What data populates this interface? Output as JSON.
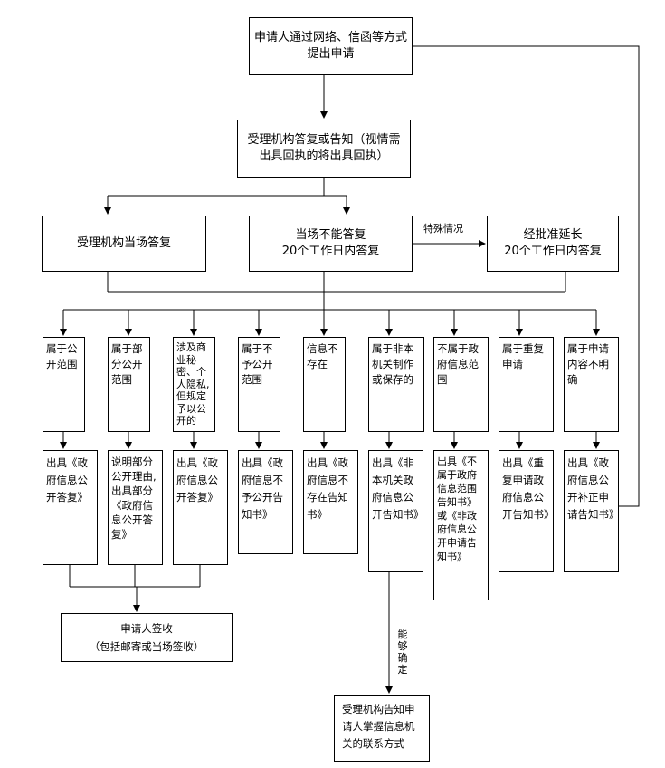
{
  "start": "申请人通过网络、信函等方式提出申请",
  "reply": "受理机构答复或告知（视情需出具回执的将出具回执）",
  "branches": {
    "left": "受理机构当场答复",
    "middle": "当场不能答复\n20个工作日内答复",
    "right": "经批准延长\n20个工作日内答复",
    "special_label": "特殊情况"
  },
  "cases": [
    {
      "condition": "属于公开范围",
      "result": "出具《政府信息公开答复》"
    },
    {
      "condition": "属于部分公开范围",
      "result": "说明部分公开理由,出具部分《政府信息公开答复》"
    },
    {
      "condition": "涉及商业秘密、个人隐私,但规定予以公开的",
      "result": "出具《政府信息公开答复》"
    },
    {
      "condition": "属于不予公开范围",
      "result": "出具《政府信息不予公开告知书》"
    },
    {
      "condition": "信息不存在",
      "result": "出具《政府信息不存在告知书》"
    },
    {
      "condition": "属于非本机关制作或保存的",
      "result": "出具《非本机关政府信息公开告知书》"
    },
    {
      "condition": "不属于政府信息范围",
      "result": "出具《不属于政府信息范围告知书》或《非政府信息公开申请告知书》"
    },
    {
      "condition": "属于重复申请",
      "result": "出具《重复申请政府信息公开告知书》"
    },
    {
      "condition": "属于申请内容不明确",
      "result": "出具《政府信息公开补正申请告知书》"
    }
  ],
  "sign": "申请人签收\n（包括邮寄或当场签收）",
  "can_determine": "能够确定",
  "final": "受理机构告知申请人掌握信息机关的联系方式"
}
